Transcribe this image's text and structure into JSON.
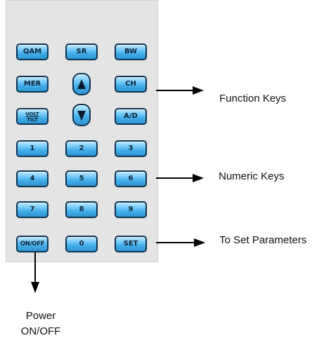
{
  "keypad": {
    "row1": [
      "QAM",
      "SR",
      "BW"
    ],
    "row2_left": "MER",
    "row2_right": "CH",
    "row3_left_top": "VOLT",
    "row3_left_bottom": "TILT",
    "row3_right": "A/D",
    "up_icon": "triangle-up-icon",
    "down_icon": "triangle-down-icon",
    "numeric": [
      "1",
      "2",
      "3",
      "4",
      "5",
      "6",
      "7",
      "8",
      "9"
    ],
    "bottom_row": [
      "ON/OFF",
      "0",
      "SET"
    ],
    "key_color": "#41ade8",
    "key_border_color": "#0e3350"
  },
  "annotations": {
    "function_keys": "Function Keys",
    "numeric_keys": "Numeric Keys",
    "set_parameters": "To Set Parameters",
    "power_line1": "Power",
    "power_line2": "ON/OFF"
  }
}
